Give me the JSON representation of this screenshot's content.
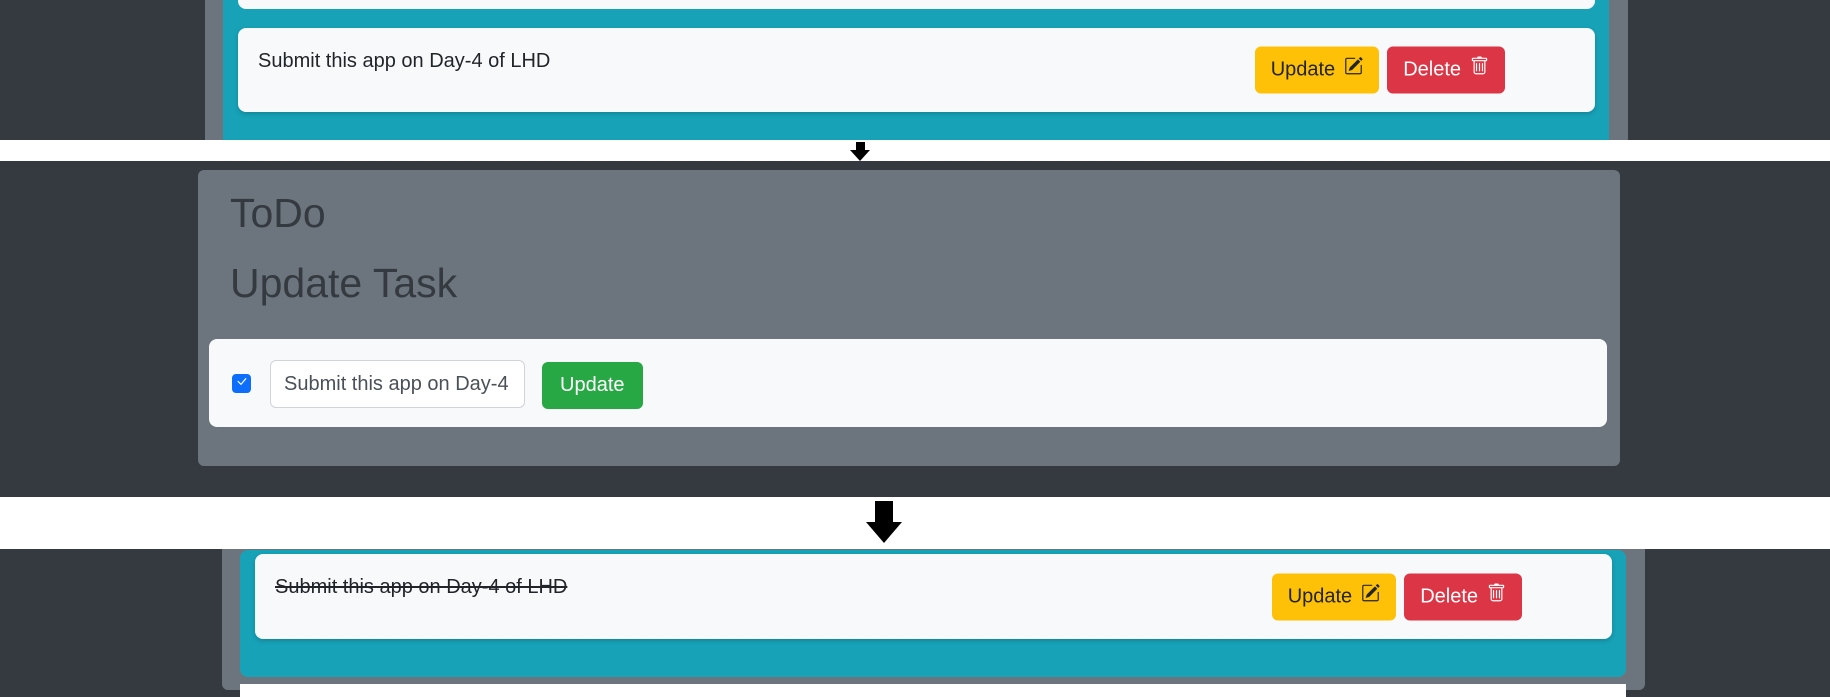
{
  "colors": {
    "page_background": "#ffffff",
    "body_dark": "#343a40",
    "todo_container_teal": "#17a2b8",
    "update_panel_gray": "#6c757d",
    "card_background": "#f8f9fa",
    "update_button_yellow": "#ffc107",
    "delete_button_red": "#dc3545",
    "submit_button_green": "#28a745",
    "checkbox_blue": "#0d6efd",
    "arrow_black": "#000000"
  },
  "top_task_row": {
    "task_text": "Submit this app on Day-4 of LHD",
    "update_button": {
      "label": "Update",
      "icon": "pencil-square-icon"
    },
    "delete_button": {
      "label": "Delete",
      "icon": "trash-icon"
    }
  },
  "flow": {
    "arrow_small": "down-arrow-icon",
    "arrow_large": "down-arrow-icon"
  },
  "update_form": {
    "title": "ToDo",
    "subtitle": "Update Task",
    "checkbox": {
      "checked": true,
      "icon": "checkmark-icon"
    },
    "task_input_value": "Submit this app on Day-4",
    "update_button": {
      "label": "Update"
    }
  },
  "result_task_row": {
    "task_text": "Submit this app on Day-4 of LHD",
    "strikethrough": true,
    "update_button": {
      "label": "Update",
      "icon": "pencil-square-icon"
    },
    "delete_button": {
      "label": "Delete",
      "icon": "trash-icon"
    }
  }
}
